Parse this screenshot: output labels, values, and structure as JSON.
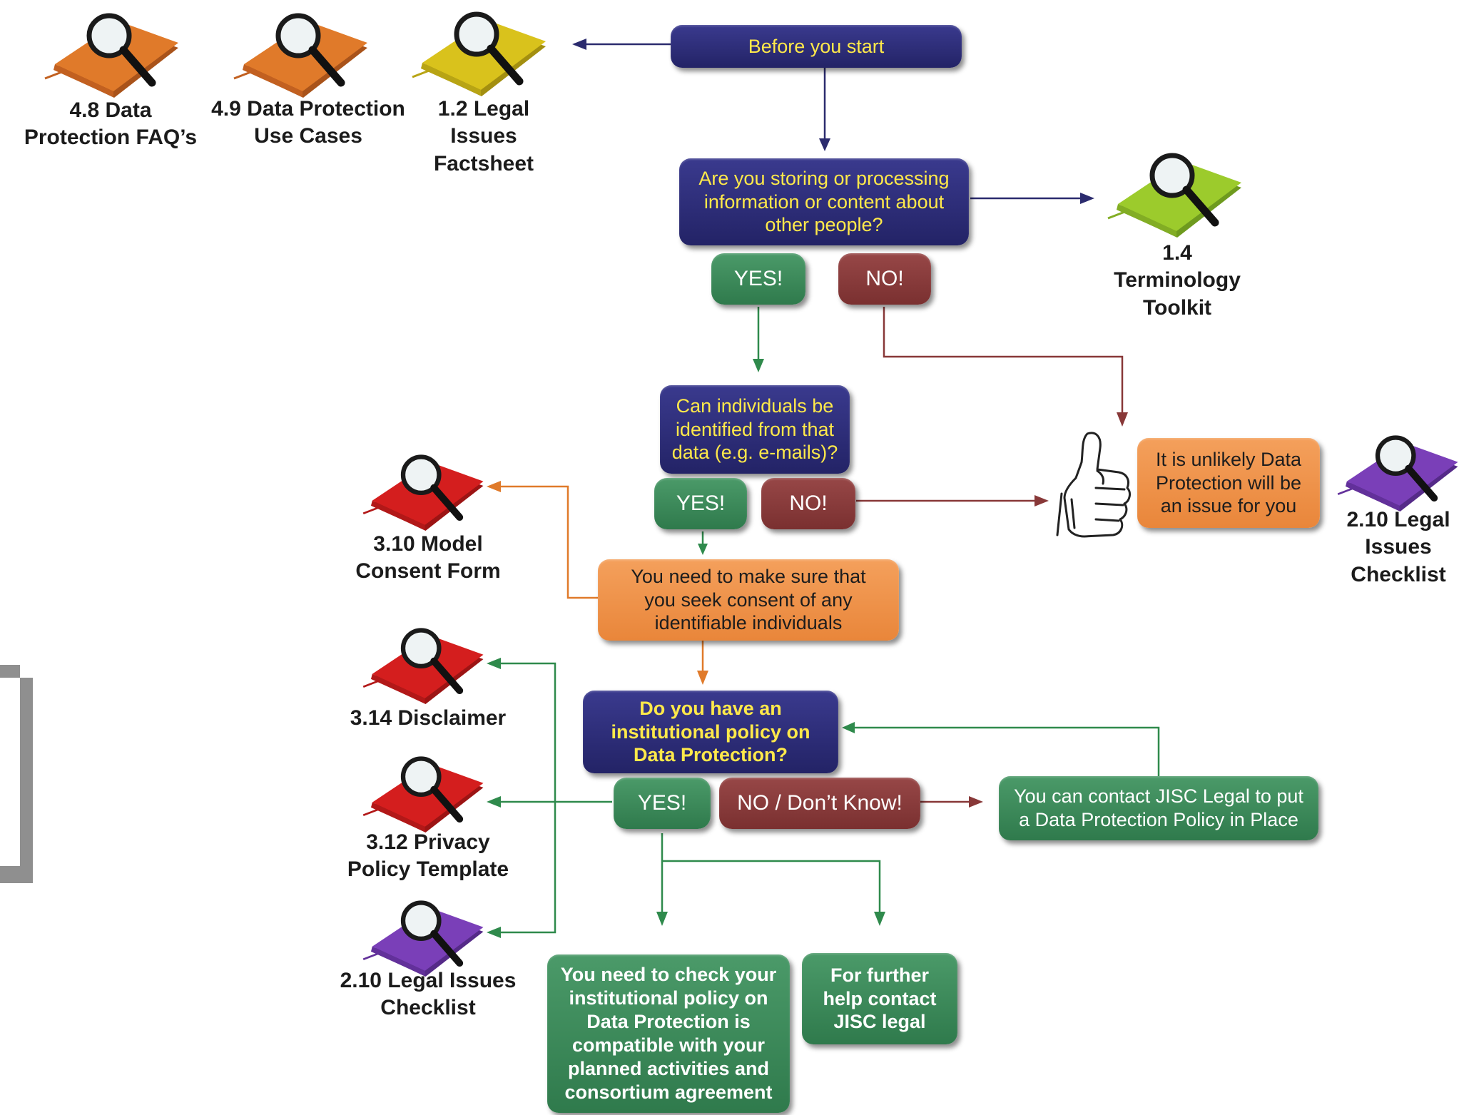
{
  "flow": {
    "start": "Before you start",
    "q1": "Are you storing or processing information or content about other people?",
    "q1_yes": "YES!",
    "q1_no": "NO!",
    "q2": "Can individuals be identified from that data (e.g. e-mails)?",
    "q2_yes": "YES!",
    "q2_no": "NO!",
    "unlikely": "It is unlikely Data Protection will be an issue for you",
    "consent": "You need to make sure that you seek consent of any identifiable individuals",
    "q3": "Do you have an institutional policy on Data Protection?",
    "q3_yes": "YES!",
    "q3_no": "NO / Don’t Know!",
    "contact_policy": "You can contact JISC Legal to put a Data Protection Policy in Place",
    "check_policy": "You need to check your institutional policy on Data Protection is compatible with your planned activities and consortium agreement",
    "further_help": "For further help contact JISC legal"
  },
  "resources": {
    "faq": [
      "4.8 Data",
      "Protection FAQ’s"
    ],
    "use_cases": [
      "4.9 Data Protection",
      "Use Cases"
    ],
    "legal_factsheet": [
      "1.2 Legal",
      "Issues",
      "Factsheet"
    ],
    "terminology": [
      "1.4",
      "Terminology",
      "Toolkit"
    ],
    "legal_checklist_right": [
      "2.10 Legal",
      "Issues",
      "Checklist"
    ],
    "consent_form": [
      "3.10 Model",
      "Consent Form"
    ],
    "disclaimer": [
      "3.14 Disclaimer"
    ],
    "privacy": [
      "3.12 Privacy",
      "Policy Template"
    ],
    "legal_checklist_left": [
      "2.10 Legal Issues",
      "Checklist"
    ]
  },
  "colors": {
    "navy": "#2c2c78",
    "green": "#3a8a58",
    "maroon": "#883838",
    "orange": "#ef933f",
    "yellow_text": "#ffe94a",
    "book_orange": "#e07a2a",
    "book_yellow": "#d9c21c",
    "book_green": "#9ccb2c",
    "book_purple": "#7a3fb8",
    "book_red": "#d41e1e"
  },
  "icons": [
    "book-magnifier-icon",
    "thumbs-up-icon"
  ]
}
